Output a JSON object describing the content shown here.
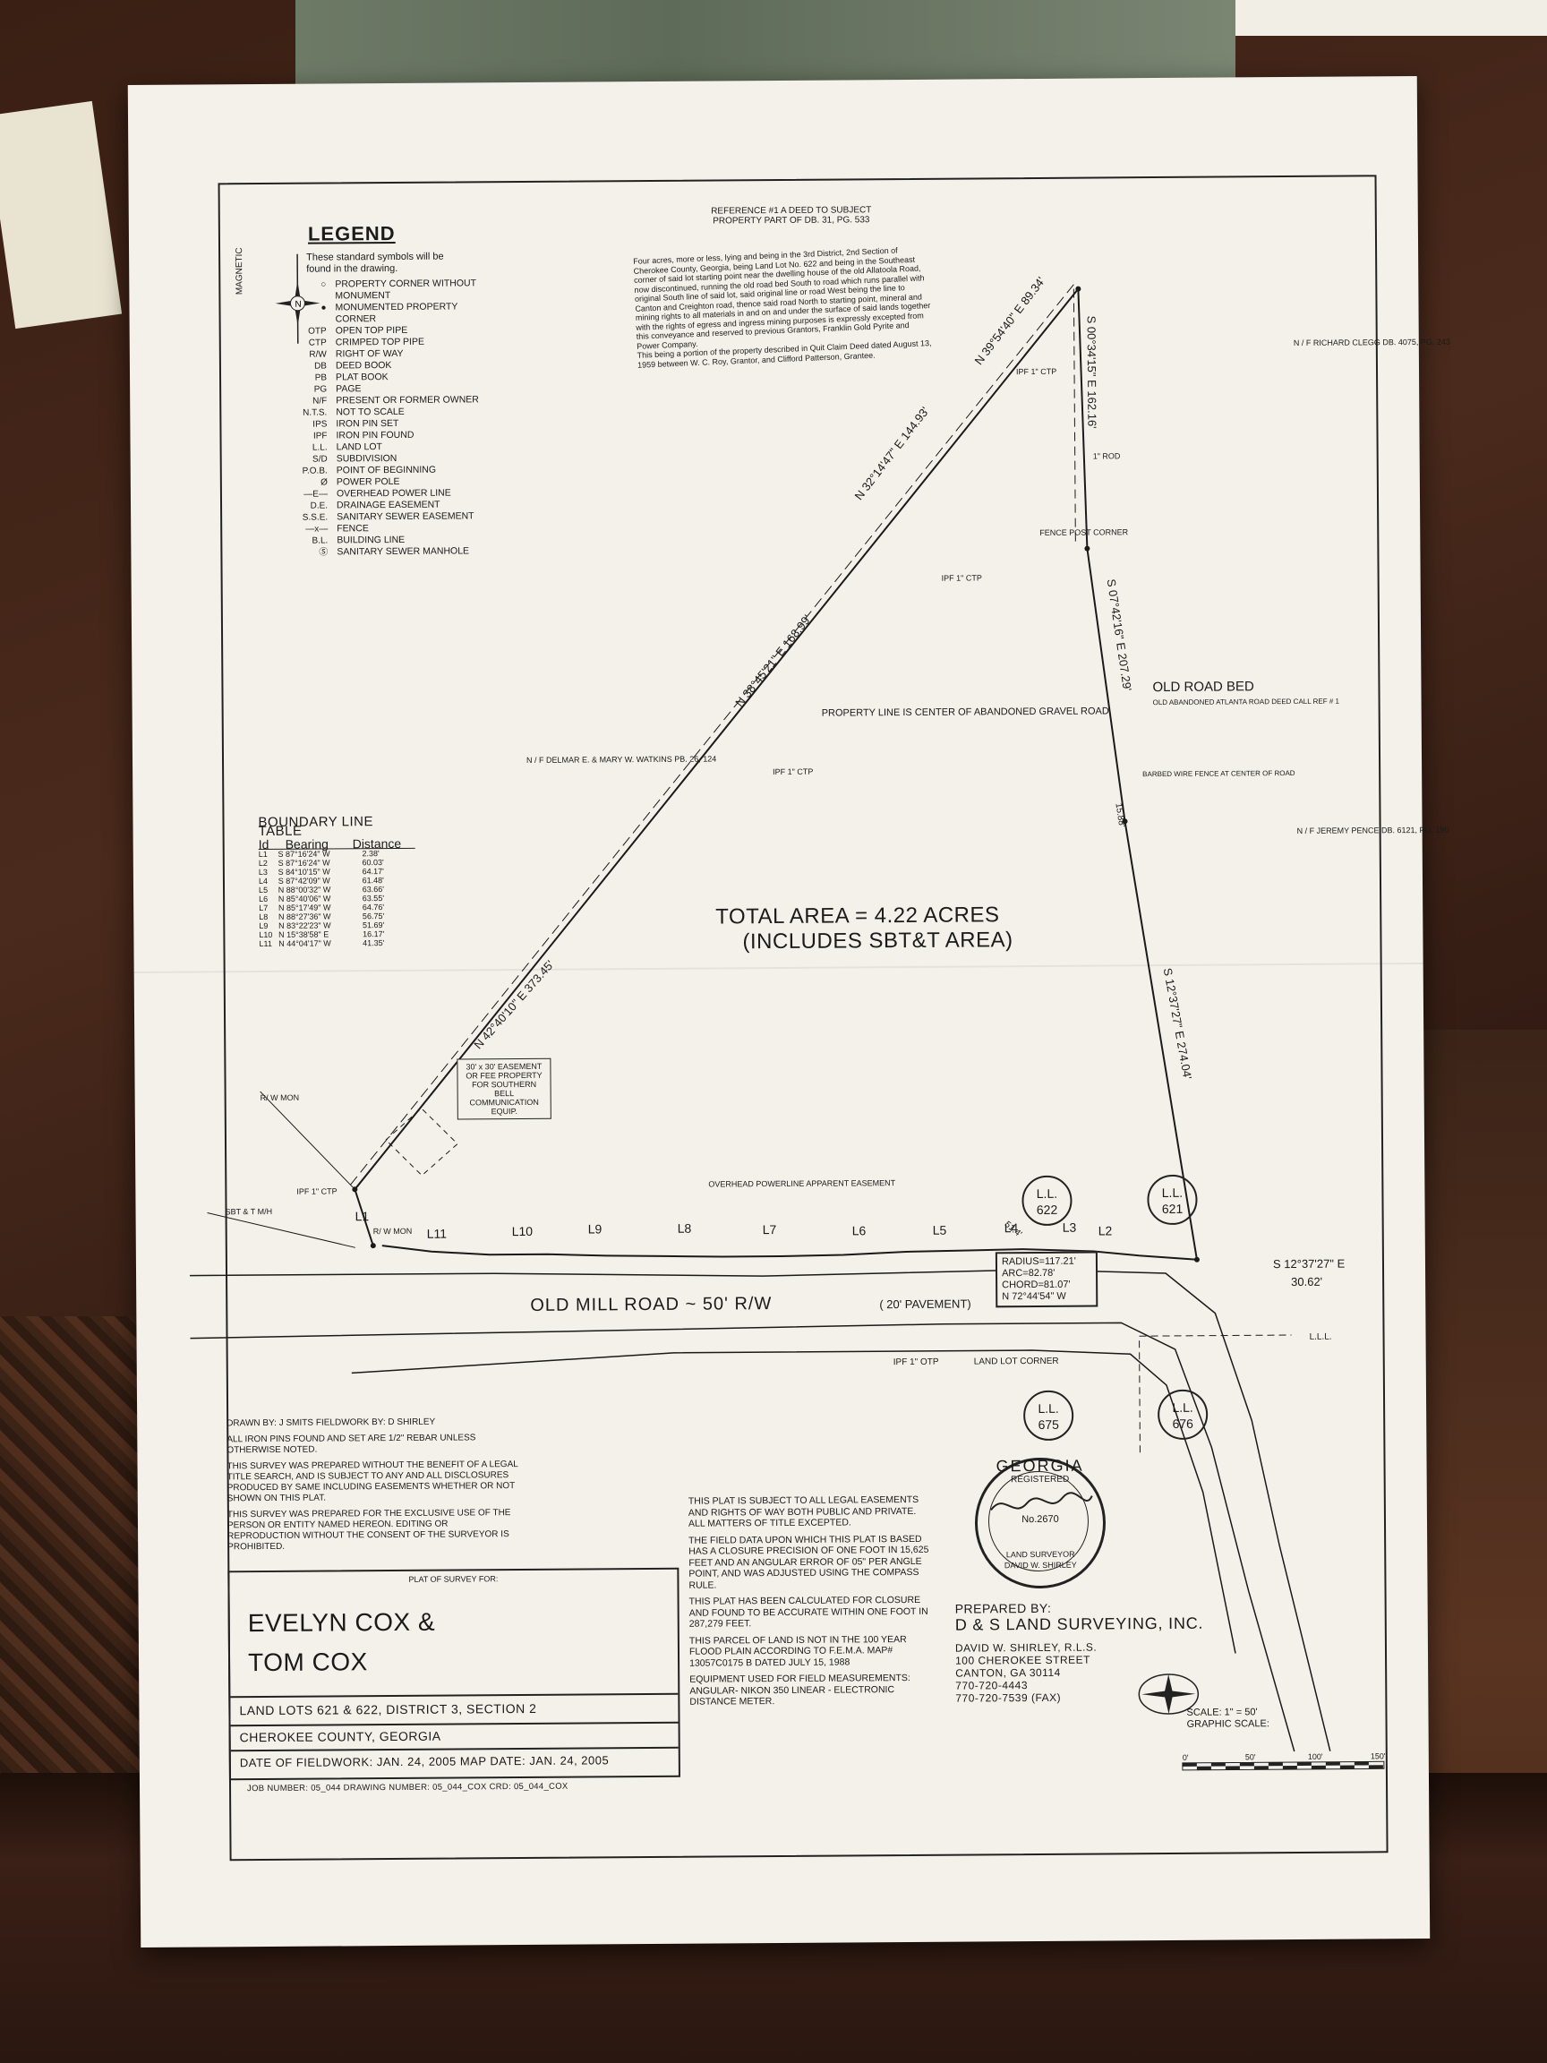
{
  "reference": {
    "title": "REFERENCE #1 A DEED TO SUBJECT PROPERTY PART OF DB. 31, PG. 533",
    "body": "Four acres, more or less, lying and being in the 3rd District, 2nd Section of Cherokee County, Georgia, being Land Lot No. 622 and being in the Southeast corner of said lot starting point near the dwelling house of the old Allatoola Road, now discontinued, running the old road bed South to road which runs parallel with original South line of said lot, said original line or road West being the line to Canton and Creighton road, thence said road North to starting point, mineral and mining rights to all materials in and on and under the surface of said lands together with the rights of egress and ingress mining purposes is expressly excepted from this conveyance and reserved to previous Grantors, Franklin Gold Pyrite and Power Company.",
    "body2": "This being a portion of the property described in Quit Claim Deed dated August 13, 1959 between W. C. Roy, Grantor, and Clifford Patterson, Grantee."
  },
  "legend": {
    "title": "LEGEND",
    "intro": "These standard symbols will be found in the drawing.",
    "magnetic": "MAGNETIC",
    "items": [
      {
        "code": "○",
        "desc": "PROPERTY CORNER WITHOUT MONUMENT"
      },
      {
        "code": "●",
        "desc": "MONUMENTED PROPERTY CORNER"
      },
      {
        "code": "OTP",
        "desc": "OPEN TOP PIPE"
      },
      {
        "code": "CTP",
        "desc": "CRIMPED TOP PIPE"
      },
      {
        "code": "R/W",
        "desc": "RIGHT OF WAY"
      },
      {
        "code": "DB",
        "desc": "DEED BOOK"
      },
      {
        "code": "PB",
        "desc": "PLAT BOOK"
      },
      {
        "code": "PG",
        "desc": "PAGE"
      },
      {
        "code": "N/F",
        "desc": "PRESENT OR FORMER OWNER"
      },
      {
        "code": "N.T.S.",
        "desc": "NOT TO SCALE"
      },
      {
        "code": "IPS",
        "desc": "IRON PIN SET"
      },
      {
        "code": "IPF",
        "desc": "IRON PIN FOUND"
      },
      {
        "code": "L.L.",
        "desc": "LAND LOT"
      },
      {
        "code": "S/D",
        "desc": "SUBDIVISION"
      },
      {
        "code": "P.O.B.",
        "desc": "POINT OF BEGINNING"
      },
      {
        "code": "Ø",
        "desc": "POWER POLE"
      },
      {
        "code": "—E—",
        "desc": "OVERHEAD POWER LINE"
      },
      {
        "code": "D.E.",
        "desc": "DRAINAGE EASEMENT"
      },
      {
        "code": "S.S.E.",
        "desc": "SANITARY SEWER EASEMENT"
      },
      {
        "code": "—x—",
        "desc": "FENCE"
      },
      {
        "code": "B.L.",
        "desc": "BUILDING LINE"
      },
      {
        "code": "Ⓢ",
        "desc": "SANITARY SEWER MANHOLE"
      }
    ]
  },
  "boundary_table": {
    "title": "BOUNDARY LINE TABLE",
    "headers": [
      "Id",
      "Bearing",
      "Distance"
    ],
    "rows": [
      [
        "L1",
        "S 87°16'24\" W",
        "2.38'"
      ],
      [
        "L2",
        "S 87°16'24\" W",
        "60.03'"
      ],
      [
        "L3",
        "S 84°10'15\" W",
        "64.17'"
      ],
      [
        "L4",
        "S 87°42'09\" W",
        "61.48'"
      ],
      [
        "L5",
        "N 88°00'32\" W",
        "63.66'"
      ],
      [
        "L6",
        "N 85°40'06\" W",
        "63.55'"
      ],
      [
        "L7",
        "N 85°17'49\" W",
        "64.76'"
      ],
      [
        "L8",
        "N 88°27'36\" W",
        "56.75'"
      ],
      [
        "L9",
        "N 83°22'23\" W",
        "51.69'"
      ],
      [
        "L10",
        "N 15°38'58\" E",
        "16.17'"
      ],
      [
        "L11",
        "N 44°04'17\" W",
        "41.35'"
      ]
    ]
  },
  "plot": {
    "bearings": {
      "top_ne": "N 39°54'40\" E 89.34'",
      "upper": "N 32°14'47\" E 144.93'",
      "middle": "N 38°45'21\" E 168.99'",
      "lower": "N 42°40'10\" E 373.45'",
      "east1": "S 00°34'15\" E 162.16'",
      "east2": "S 07°42'16\" E 207.29'",
      "east3": "S 12°37'27\" E 274.04'",
      "east_small": "15.88'",
      "road_se": "S 12°37'27\" E",
      "road_se_dist": "30.62'"
    },
    "labels": {
      "ipf_ctp": "IPF 1\" CTP",
      "ipf": "IPF",
      "rod": "1\" ROD",
      "fence_post": "FENCE POST CORNER",
      "old_road_bed": "OLD ROAD BED",
      "old_road_sub": "OLD ABANDONED ATLANTA ROAD DEED CALL REF # 1",
      "barbed_fence": "BARBED WIRE FENCE AT CENTER OF ROAD",
      "property_line": "PROPERTY LINE IS CENTER OF ABANDONED GRAVEL ROAD",
      "rw_mon": "R/ W MON",
      "sbt": "SBT & T M/H",
      "overhead": "OVERHEAD POWERLINE APPARENT EASEMENT",
      "ipf_otp": "IPF 1\" OTP",
      "land_lot_corner": "LAND LOT CORNER",
      "lll": "L.L.L.",
      "road_name": "OLD MILL ROAD ~ 50' R/W",
      "pavement": "( 20' PAVEMENT)",
      "easement_box": "30' x 30' EASEMENT OR FEE PROPERTY FOR SOUTHERN BELL COMMUNICATION EQUIP.",
      "curve": [
        "RADIUS=117.21'",
        "ARC=82.78'",
        "CHORD=81.07'",
        "N 72°44'54\" W"
      ],
      "short_dist": "51.4'"
    },
    "neighbors": {
      "clegg": "N / F RICHARD CLEGG DB. 4075, PG. 243",
      "watkins": "N / F DELMAR E. & MARY W. WATKINS PB. 26, 124",
      "pence": "N / F JEREMY PENCE DB. 6121, PG. 190"
    },
    "lines": [
      "L1",
      "L2",
      "L3",
      "L4",
      "L5",
      "L6",
      "L7",
      "L8",
      "L9",
      "L10",
      "L11"
    ],
    "land_lots": [
      {
        "label": "L.L.",
        "num": "622"
      },
      {
        "label": "L.L.",
        "num": "621"
      },
      {
        "label": "L.L.",
        "num": "675"
      },
      {
        "label": "L.L.",
        "num": "676"
      }
    ],
    "total_area_1": "TOTAL AREA = 4.22 ACRES",
    "total_area_2": "(INCLUDES SBT&T AREA)"
  },
  "notes_left": [
    "DRAWN BY: J SMITS   FIELDWORK BY: D SHIRLEY",
    "ALL IRON PINS FOUND AND SET ARE 1/2\" REBAR UNLESS OTHERWISE NOTED.",
    "THIS SURVEY WAS PREPARED WITHOUT THE BENEFIT OF A LEGAL TITLE SEARCH, AND IS SUBJECT TO ANY AND ALL DISCLOSURES PRODUCED BY SAME INCLUDING EASEMENTS WHETHER OR NOT SHOWN ON THIS PLAT.",
    "THIS SURVEY WAS PREPARED FOR THE EXCLUSIVE USE OF THE PERSON OR ENTITY NAMED HEREON. EDITING OR REPRODUCTION WITHOUT THE CONSENT OF THE SURVEYOR IS PROHIBITED."
  ],
  "notes_mid": [
    "THIS PLAT IS SUBJECT TO ALL LEGAL EASEMENTS AND RIGHTS OF WAY BOTH PUBLIC AND PRIVATE. ALL MATTERS OF TITLE EXCEPTED.",
    "THE FIELD DATA UPON WHICH THIS PLAT IS BASED HAS A CLOSURE PRECISION OF ONE FOOT IN 15,625 FEET AND AN ANGULAR ERROR OF 05\" PER ANGLE POINT, AND WAS ADJUSTED USING THE COMPASS RULE.",
    "THIS PLAT HAS BEEN CALCULATED FOR CLOSURE AND FOUND TO BE ACCURATE WITHIN ONE FOOT IN 287,279 FEET.",
    "THIS PARCEL OF LAND IS NOT IN THE 100 YEAR FLOOD PLAIN ACCORDING TO F.E.M.A. MAP# 13057C0175 B DATED JULY 15, 1988",
    "EQUIPMENT USED FOR FIELD MEASUREMENTS: ANGULAR- NIKON 350 LINEAR - ELECTRONIC DISTANCE METER."
  ],
  "title_block": {
    "header": "PLAT OF SURVEY FOR:",
    "owner1": "EVELYN COX &",
    "owner2": "TOM COX",
    "lots": "LAND LOTS 621 & 622,   DISTRICT 3,  SECTION 2",
    "county": "CHEROKEE COUNTY, GEORGIA",
    "dates": "DATE OF FIELDWORK: JAN. 24, 2005   MAP DATE: JAN. 24, 2005",
    "job": "JOB NUMBER: 05_044    DRAWING NUMBER: 05_044_COX    CRD: 05_044_COX"
  },
  "seal": {
    "state": "GEORGIA",
    "registered": "REGISTERED",
    "number": "No.2670",
    "title": "LAND SURVEYOR",
    "name": "DAVID W. SHIRLEY"
  },
  "preparer": {
    "label": "PREPARED BY:",
    "company": "D & S LAND SURVEYING, INC.",
    "lines": [
      "DAVID W. SHIRLEY, R.L.S.",
      "100 CHEROKEE STREET",
      "CANTON, GA 30114",
      "770-720-4443",
      "770-720-7539 (FAX)"
    ]
  },
  "scale": {
    "scale": "SCALE:  1\" = 50'",
    "graphic": "GRAPHIC SCALE:",
    "ticks": [
      "0'",
      "50'",
      "100'",
      "150'"
    ]
  }
}
